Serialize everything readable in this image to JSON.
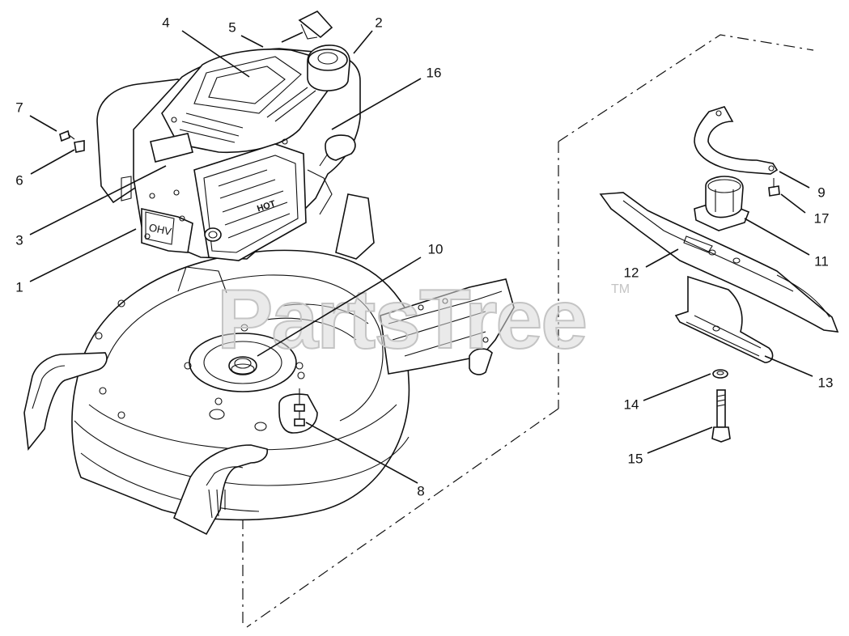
{
  "watermark": {
    "text": "PartsTree",
    "trademark": "TM"
  },
  "callouts": [
    {
      "id": "1",
      "label": "1"
    },
    {
      "id": "2",
      "label": "2"
    },
    {
      "id": "3",
      "label": "3"
    },
    {
      "id": "4",
      "label": "4"
    },
    {
      "id": "5",
      "label": "5"
    },
    {
      "id": "6",
      "label": "6"
    },
    {
      "id": "7",
      "label": "7"
    },
    {
      "id": "8",
      "label": "8"
    },
    {
      "id": "9",
      "label": "9"
    },
    {
      "id": "10",
      "label": "10"
    },
    {
      "id": "11",
      "label": "11"
    },
    {
      "id": "12",
      "label": "12"
    },
    {
      "id": "13",
      "label": "13"
    },
    {
      "id": "14",
      "label": "14"
    },
    {
      "id": "15",
      "label": "15"
    },
    {
      "id": "16",
      "label": "16"
    },
    {
      "id": "17",
      "label": "17"
    }
  ],
  "engine": {
    "valve_label": "OHV",
    "muffler_label": "HOT"
  }
}
